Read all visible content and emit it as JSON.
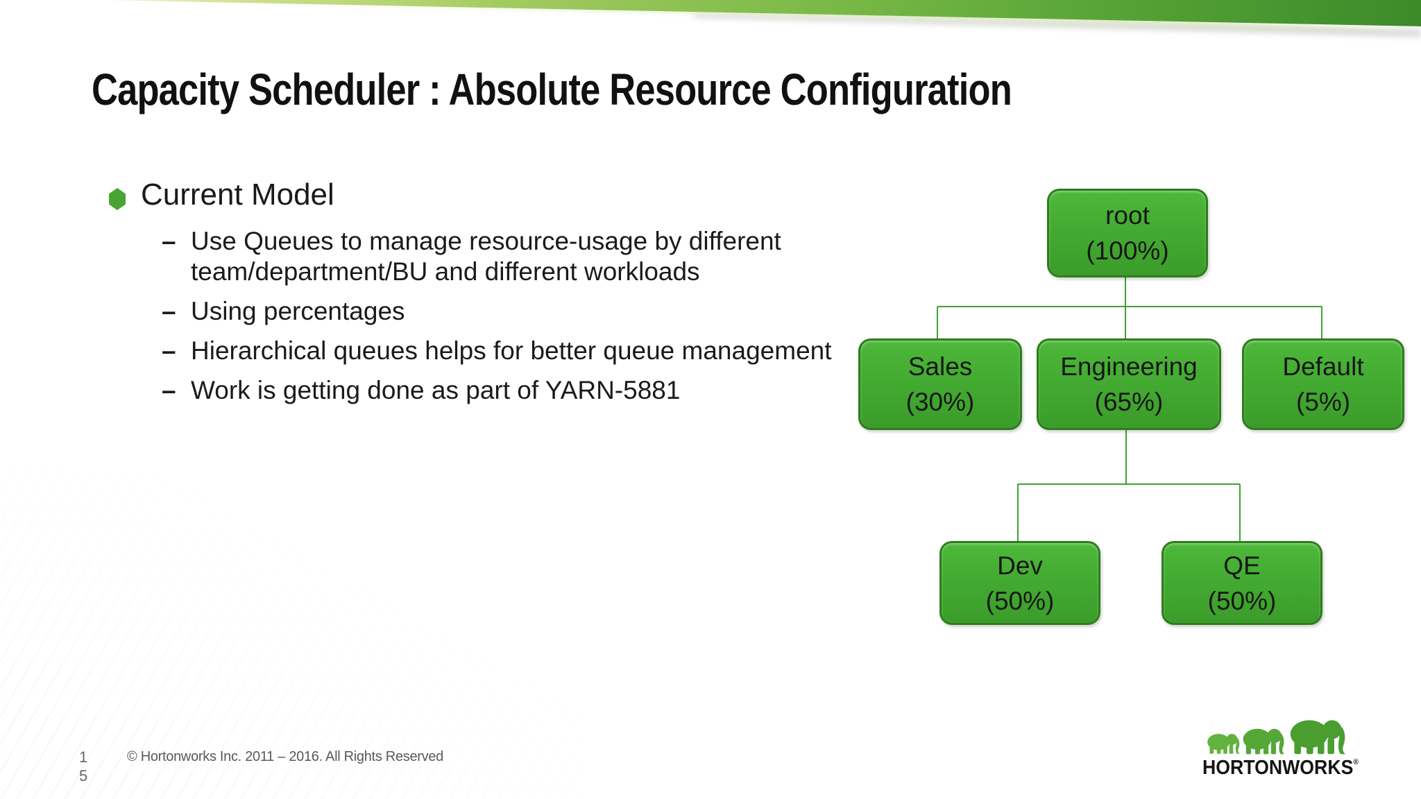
{
  "slide": {
    "title": "Capacity Scheduler : Absolute Resource Configuration",
    "section_heading": "Current Model",
    "bullet_dash": "–",
    "bullets": [
      "Use Queues to manage resource-usage by different team/department/BU and different workloads",
      "Using percentages",
      "Hierarchical queues helps for better queue management",
      "Work is getting done as part of YARN-5881"
    ]
  },
  "diagram": {
    "nodes": {
      "root": {
        "label": "root",
        "percent": "(100%)",
        "parent": null
      },
      "sales": {
        "label": "Sales",
        "percent": "(30%)",
        "parent": "root"
      },
      "engineering": {
        "label": "Engineering",
        "percent": "(65%)",
        "parent": "root"
      },
      "default": {
        "label": "Default",
        "percent": "(5%)",
        "parent": "root"
      },
      "dev": {
        "label": "Dev",
        "percent": "(50%)",
        "parent": "engineering"
      },
      "qe": {
        "label": "QE",
        "percent": "(50%)",
        "parent": "engineering"
      }
    }
  },
  "footer": {
    "page_number_line1": "1",
    "page_number_line2": "5",
    "copyright": "© Hortonworks Inc. 2011 – 2016. All Rights Reserved"
  },
  "logo": {
    "wordmark": "HORTONWORKS",
    "registered": "®"
  },
  "colors": {
    "node_fill": "#43ab31",
    "node_border": "#2e7d1c",
    "connector": "#3fa233",
    "banner_dark_green": "#3c8a2a",
    "banner_light_green": "#cfe18e",
    "bullet_hexagon": "#4aa433",
    "footer_text": "#595959"
  }
}
